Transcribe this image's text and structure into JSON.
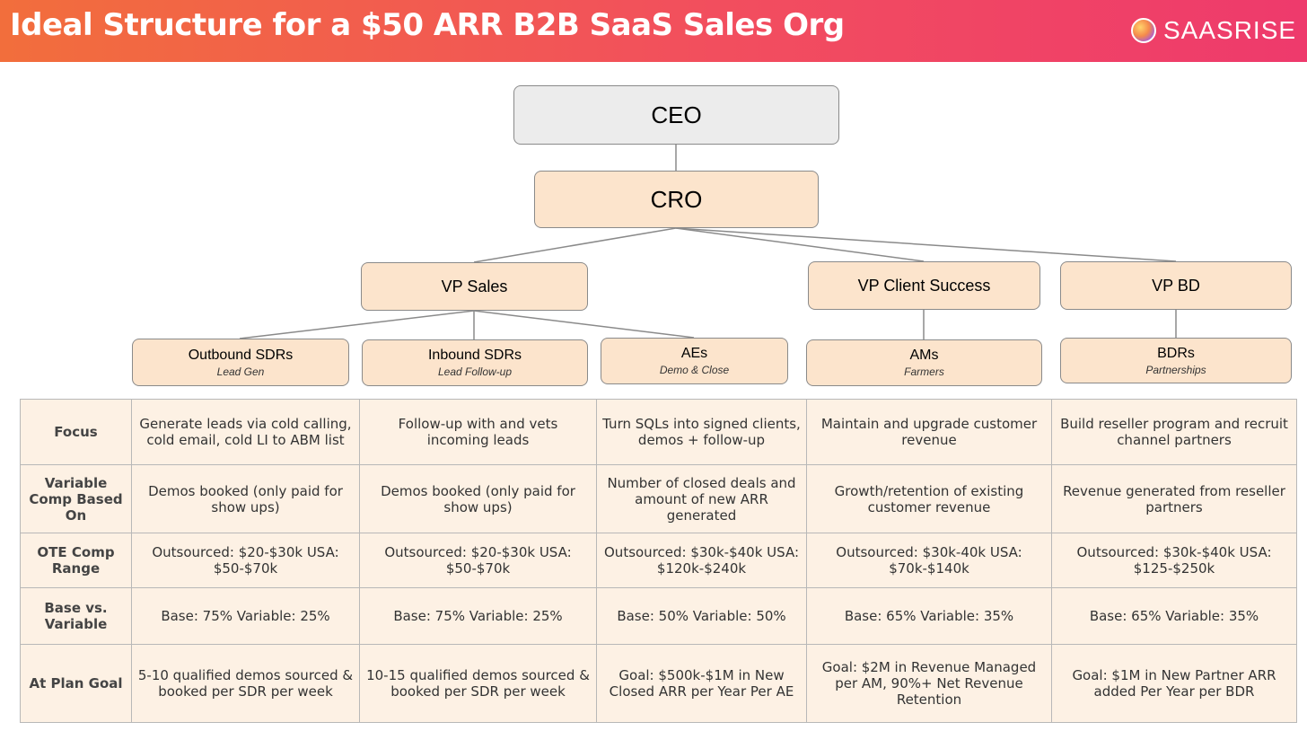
{
  "header": {
    "title": "Ideal Structure for a $50 ARR B2B SaaS Sales Org",
    "brand": "SAASRISE"
  },
  "org": {
    "ceo": {
      "name": "CEO"
    },
    "cro": {
      "name": "CRO"
    },
    "vp_sales": {
      "name": "VP Sales"
    },
    "vp_client_success": {
      "name": "VP Client Success"
    },
    "vp_bd": {
      "name": "VP BD"
    },
    "outbound_sdrs": {
      "name": "Outbound SDRs",
      "sub": "Lead Gen"
    },
    "inbound_sdrs": {
      "name": "Inbound SDRs",
      "sub": "Lead Follow-up"
    },
    "aes": {
      "name": "AEs",
      "sub": "Demo & Close"
    },
    "ams": {
      "name": "AMs",
      "sub": "Farmers"
    },
    "bdrs": {
      "name": "BDRs",
      "sub": "Partnerships"
    }
  },
  "table": {
    "rows": [
      {
        "label": "Focus",
        "cells": [
          "Generate leads via cold calling, cold email, cold LI to ABM list",
          "Follow-up with and vets incoming leads",
          "Turn SQLs into signed clients, demos + follow-up",
          "Maintain and upgrade customer revenue",
          "Build reseller program and recruit channel partners"
        ]
      },
      {
        "label": "Variable Comp Based On",
        "cells": [
          "Demos booked (only paid for show ups)",
          "Demos booked (only paid for show ups)",
          "Number of closed deals and amount of new ARR generated",
          "Growth/retention of existing customer revenue",
          "Revenue generated from reseller partners"
        ]
      },
      {
        "label": "OTE Comp Range",
        "cells": [
          "Outsourced: $20-$30k USA: $50-$70k",
          "Outsourced: $20-$30k USA: $50-$70k",
          "Outsourced: $30k-$40k USA: $120k-$240k",
          "Outsourced: $30k-40k USA: $70k-$140k",
          "Outsourced: $30k-$40k USA: $125-$250k"
        ]
      },
      {
        "label": "Base vs. Variable",
        "cells": [
          "Base: 75% Variable: 25%",
          "Base: 75% Variable: 25%",
          "Base: 50% Variable: 50%",
          "Base: 65% Variable: 35%",
          "Base: 65% Variable: 35%"
        ]
      },
      {
        "label": "At Plan Goal",
        "cells": [
          "5-10 qualified demos sourced & booked per SDR per week",
          "10-15 qualified demos sourced & booked per SDR per week",
          "Goal: $500k-$1M in New Closed ARR per Year Per AE",
          "Goal: $2M in Revenue Managed per AM, 90%+ Net Revenue Retention",
          "Goal: $1M in New Partner ARR added Per Year per BDR"
        ]
      }
    ]
  }
}
